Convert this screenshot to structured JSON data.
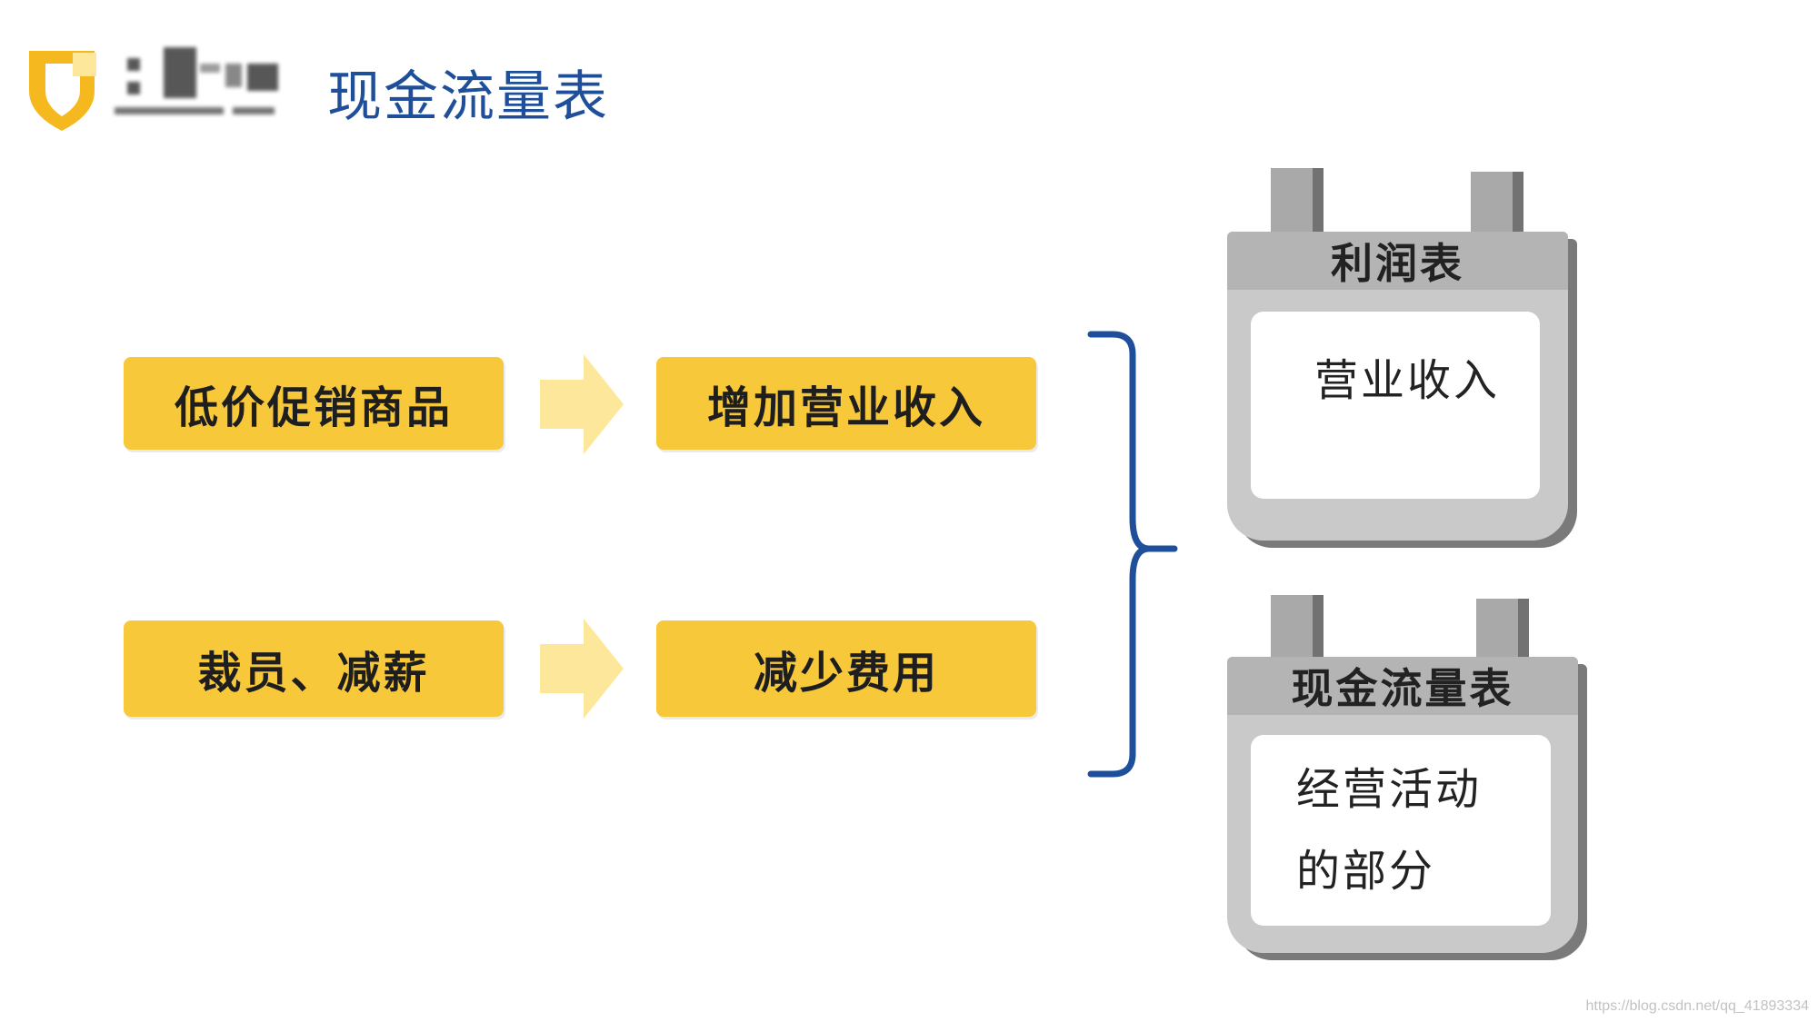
{
  "header": {
    "title": "现金流量表"
  },
  "flow": {
    "row1": {
      "left": "低价促销商品",
      "right": "增加营业收入"
    },
    "row2": {
      "left": "裁员、减薪",
      "right": "减少费用"
    }
  },
  "clipboards": {
    "income": {
      "header": "利润表",
      "body": "营业收入"
    },
    "cashflow": {
      "header": "现金流量表",
      "body_line1": "经营活动",
      "body_line2": "的部分"
    }
  },
  "watermark": "https://blog.csdn.net/qq_41893334",
  "colors": {
    "box_fill": "#f7c83a",
    "arrow_fill": "#fde79a",
    "brace": "#1f4f9a",
    "title": "#1f4f9a",
    "clip_frame": "#c9c9c9",
    "clip_header": "#b4b4b4",
    "logo_accent": "#f5b81e"
  }
}
